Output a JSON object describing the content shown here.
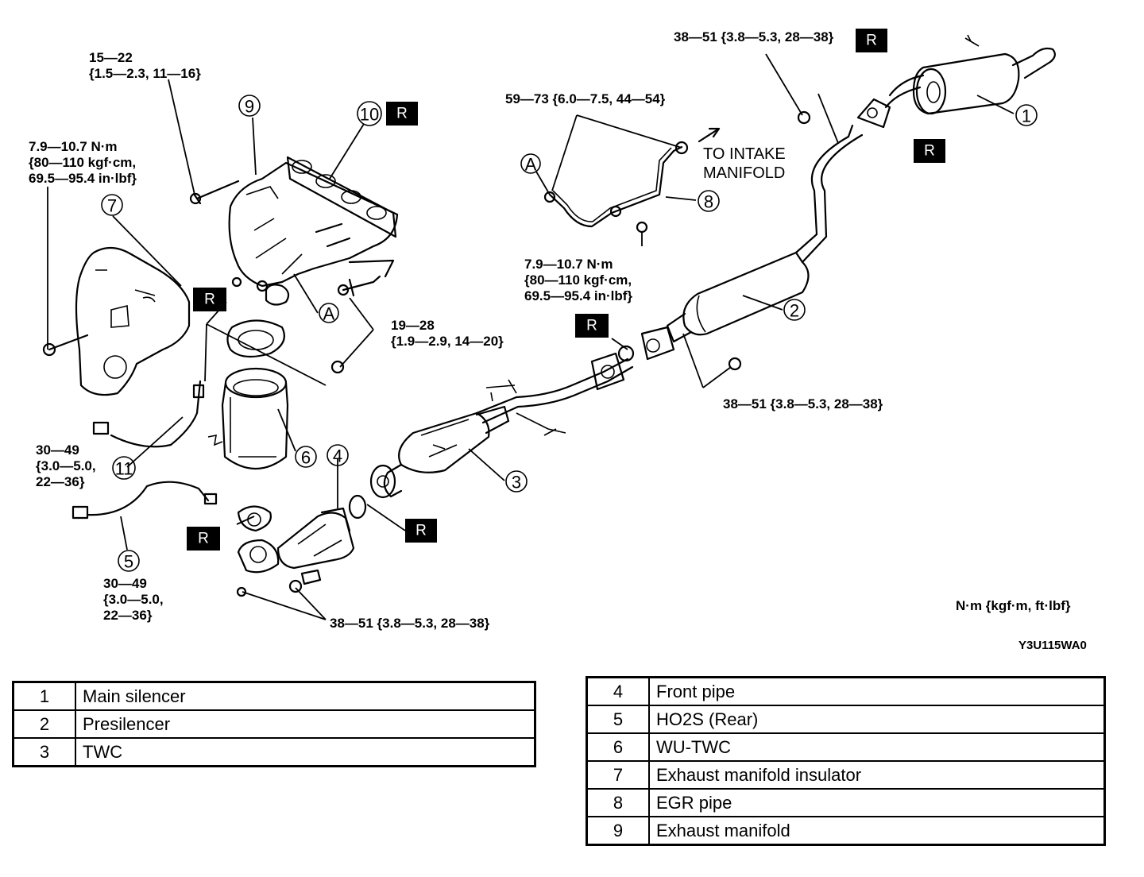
{
  "torque": {
    "t_15_22_a": "15—22",
    "t_15_22_b": "{1.5—2.3, 11—16}",
    "t_7910_a1": "7.9—10.7 N·m",
    "t_7910_a2": "{80—110 kgf·cm,",
    "t_7910_a3": "69.5—95.4 in·lbf}",
    "t_7910_b1": "7.9—10.7 N·m",
    "t_7910_b2": "{80—110 kgf·cm,",
    "t_7910_b3": "69.5—95.4 in·lbf}",
    "t_59_73": "59—73 {6.0—7.5, 44—54}",
    "t_38_51_top": "38—51 {3.8—5.3, 28—38}",
    "t_38_51_mid": "38—51 {3.8—5.3, 28—38}",
    "t_38_51_bot": "38—51 {3.8—5.3, 28—38}",
    "t_19_28_a": "19—28",
    "t_19_28_b": "{1.9—2.9, 14—20}",
    "t_30_49_a1": "30—49",
    "t_30_49_a2": "{3.0—5.0,",
    "t_30_49_a3": "22—36}",
    "t_30_49_b1": "30—49",
    "t_30_49_b2": "{3.0—5.0,",
    "t_30_49_b3": "22—36}"
  },
  "labels": {
    "to_intake_1": "TO INTAKE",
    "to_intake_2": "MANIFOLD",
    "unit": "N·m {kgf·m, ft·lbf}",
    "figure_code": "Y3U115WA0",
    "replace_marker": "R",
    "connector_a": "A"
  },
  "callouts": [
    "1",
    "2",
    "3",
    "4",
    "5",
    "6",
    "7",
    "8",
    "9",
    "10",
    "11"
  ],
  "legend_left": [
    {
      "num": "1",
      "name": "Main silencer"
    },
    {
      "num": "2",
      "name": "Presilencer"
    },
    {
      "num": "3",
      "name": "TWC"
    }
  ],
  "legend_right": [
    {
      "num": "4",
      "name": "Front pipe"
    },
    {
      "num": "5",
      "name": "HO2S (Rear)"
    },
    {
      "num": "6",
      "name": "WU-TWC"
    },
    {
      "num": "7",
      "name": "Exhaust manifold insulator"
    },
    {
      "num": "8",
      "name": "EGR pipe"
    },
    {
      "num": "9",
      "name": "Exhaust manifold"
    }
  ]
}
